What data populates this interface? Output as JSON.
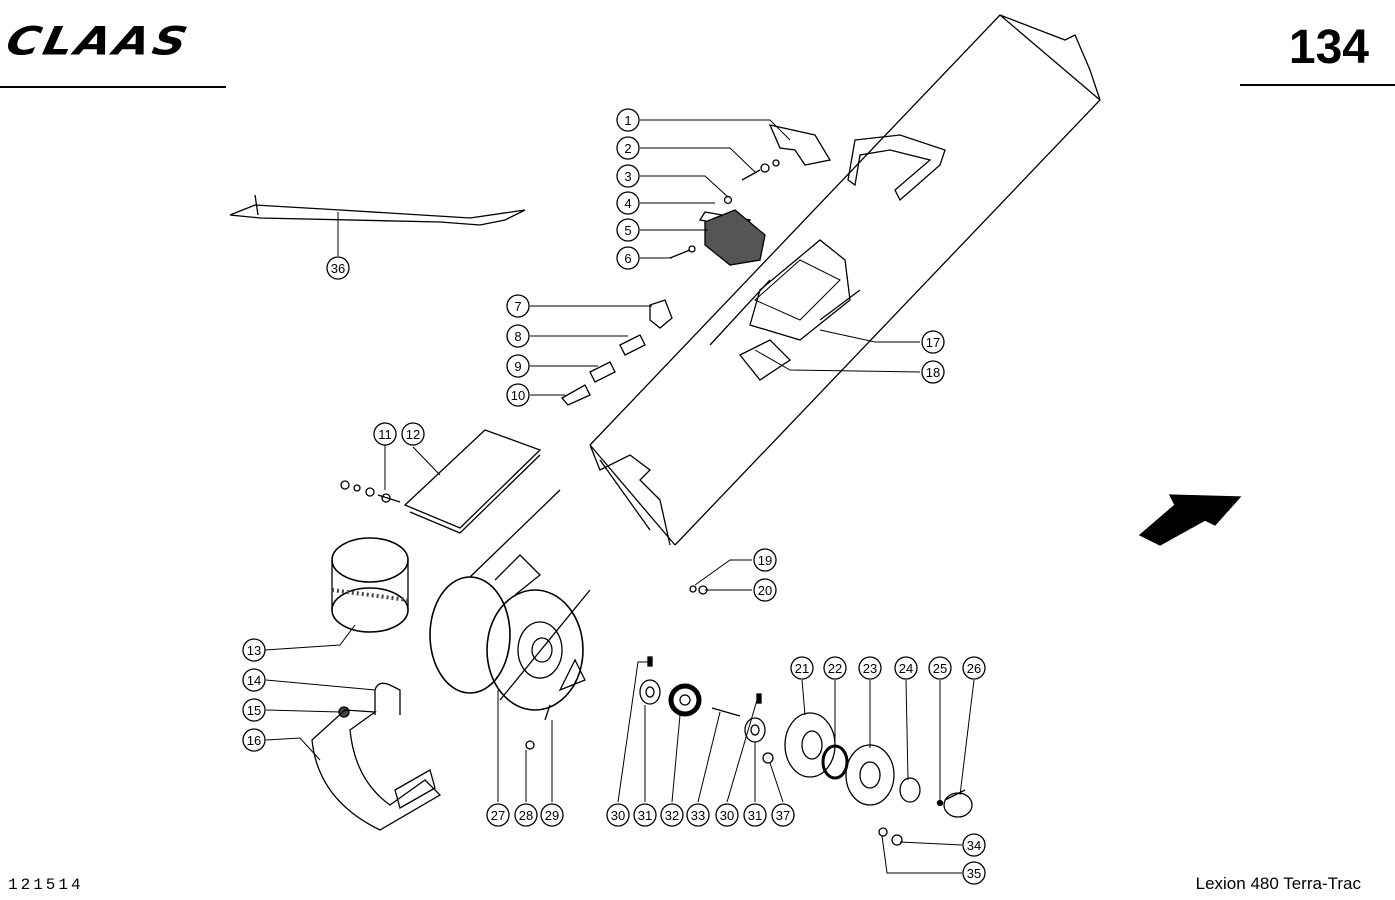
{
  "header": {
    "brand": "CLAAS",
    "page_number": "134"
  },
  "footer": {
    "document_number": "121514",
    "model": "Lexion 480 Terra-Trac"
  },
  "callouts": [
    {
      "id": "1",
      "label": "1"
    },
    {
      "id": "2",
      "label": "2"
    },
    {
      "id": "3",
      "label": "3"
    },
    {
      "id": "4",
      "label": "4"
    },
    {
      "id": "5",
      "label": "5"
    },
    {
      "id": "6",
      "label": "6"
    },
    {
      "id": "7",
      "label": "7"
    },
    {
      "id": "8",
      "label": "8"
    },
    {
      "id": "9",
      "label": "9"
    },
    {
      "id": "10",
      "label": "10"
    },
    {
      "id": "11",
      "label": "11"
    },
    {
      "id": "12",
      "label": "12"
    },
    {
      "id": "13",
      "label": "13"
    },
    {
      "id": "14",
      "label": "14"
    },
    {
      "id": "15",
      "label": "15"
    },
    {
      "id": "16",
      "label": "16"
    },
    {
      "id": "17",
      "label": "17"
    },
    {
      "id": "18",
      "label": "18"
    },
    {
      "id": "19",
      "label": "19"
    },
    {
      "id": "20",
      "label": "20"
    },
    {
      "id": "21",
      "label": "21"
    },
    {
      "id": "22",
      "label": "22"
    },
    {
      "id": "23",
      "label": "23"
    },
    {
      "id": "24",
      "label": "24"
    },
    {
      "id": "25",
      "label": "25"
    },
    {
      "id": "26",
      "label": "26"
    },
    {
      "id": "27",
      "label": "27"
    },
    {
      "id": "28",
      "label": "28"
    },
    {
      "id": "29",
      "label": "29"
    },
    {
      "id": "30a",
      "label": "30"
    },
    {
      "id": "31a",
      "label": "31"
    },
    {
      "id": "32",
      "label": "32"
    },
    {
      "id": "33",
      "label": "33"
    },
    {
      "id": "30b",
      "label": "30"
    },
    {
      "id": "31b",
      "label": "31"
    },
    {
      "id": "37",
      "label": "37"
    },
    {
      "id": "34",
      "label": "34"
    },
    {
      "id": "35",
      "label": "35"
    },
    {
      "id": "36",
      "label": "36"
    }
  ]
}
